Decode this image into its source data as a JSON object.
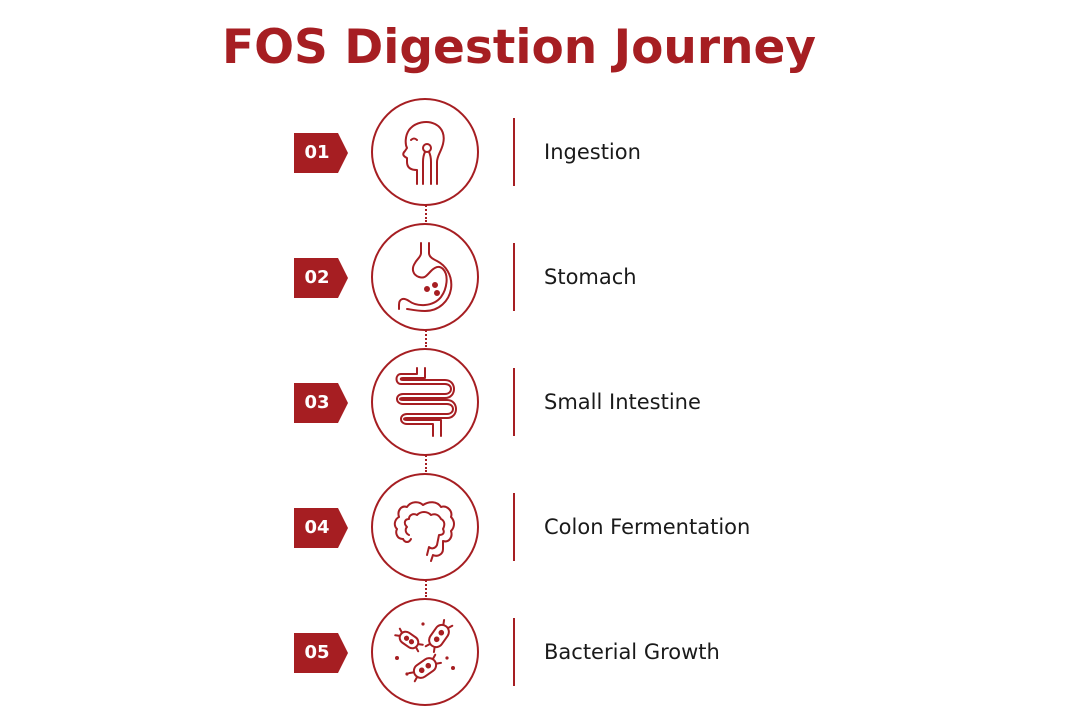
{
  "title": "FOS Digestion Journey",
  "accent_color": "#a61e22",
  "steps": [
    {
      "number": "01",
      "label": "Ingestion",
      "icon": "head-throat-icon"
    },
    {
      "number": "02",
      "label": "Stomach",
      "icon": "stomach-icon"
    },
    {
      "number": "03",
      "label": "Small Intestine",
      "icon": "small-intestine-icon"
    },
    {
      "number": "04",
      "label": "Colon Fermentation",
      "icon": "colon-icon"
    },
    {
      "number": "05",
      "label": "Bacterial Growth",
      "icon": "bacteria-icon"
    }
  ]
}
